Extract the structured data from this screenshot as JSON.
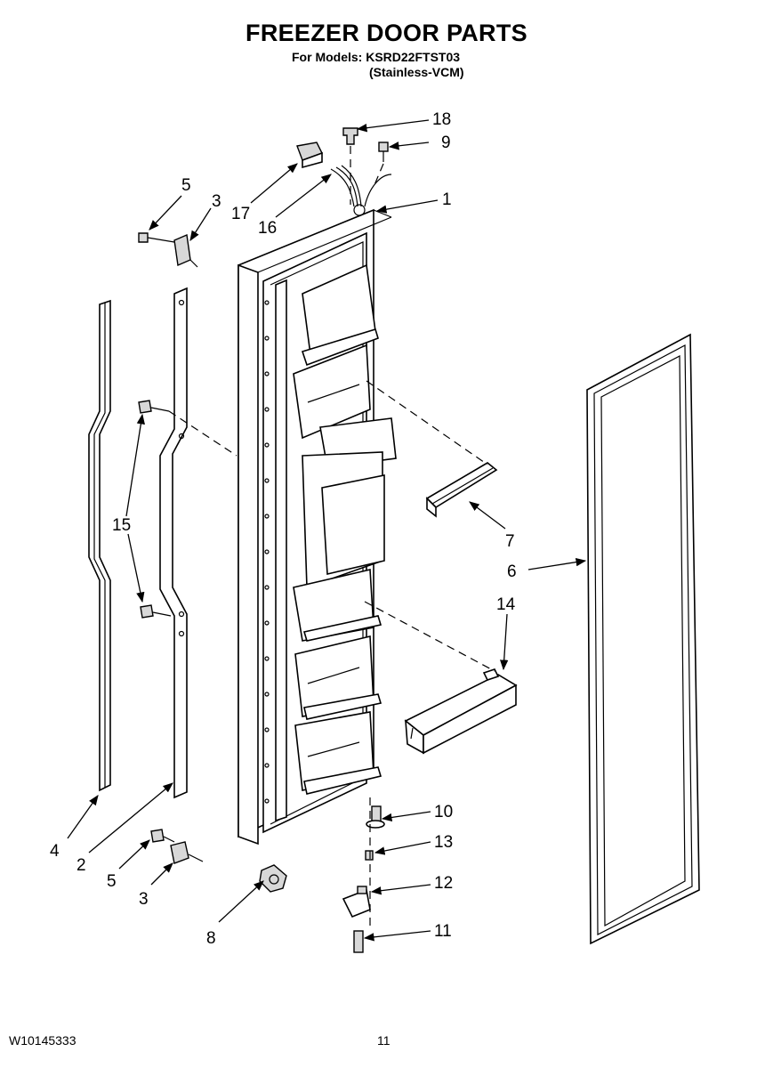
{
  "header": {
    "title": "FREEZER DOOR PARTS",
    "models_line": "For Models: KSRD22FTST03",
    "finish_line": "(Stainless-VCM)"
  },
  "footer": {
    "doc_number": "W10145333",
    "page_number": "11"
  },
  "callouts": {
    "c1": "1",
    "c2": "2",
    "c3a": "3",
    "c3b": "3",
    "c4": "4",
    "c5a": "5",
    "c5b": "5",
    "c6": "6",
    "c7": "7",
    "c8": "8",
    "c9": "9",
    "c10": "10",
    "c11": "11",
    "c12": "12",
    "c13": "13",
    "c14": "14",
    "c15": "15",
    "c16": "16",
    "c17": "17",
    "c18": "18"
  }
}
